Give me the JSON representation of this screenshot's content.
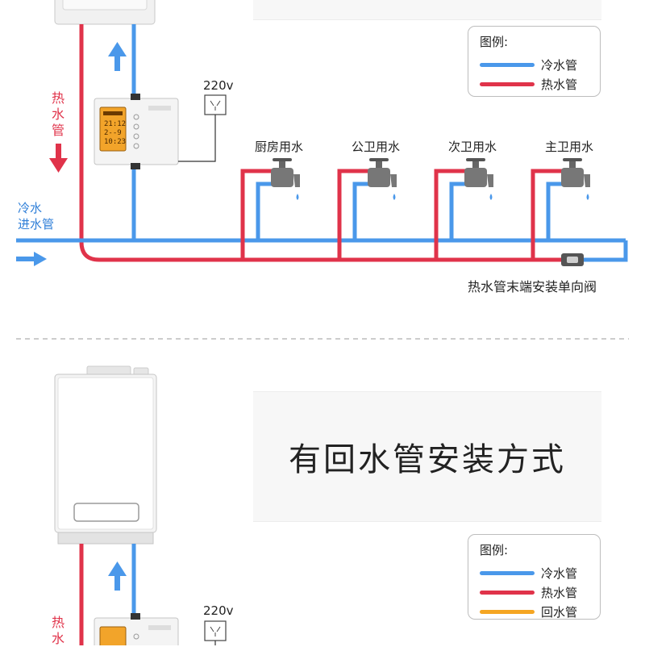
{
  "colors": {
    "cold": "#4a98ea",
    "hot": "#e0334a",
    "return": "#f5a623",
    "divider": "#bbbbbb"
  },
  "section1": {
    "legend": {
      "title": "图例:",
      "items": [
        {
          "label": "冷水管",
          "color": "#4a98ea"
        },
        {
          "label": "热水管",
          "color": "#e0334a"
        }
      ]
    },
    "power_label": "220v",
    "hot_pipe_label": "热水管",
    "cold_inlet_label": [
      "冷水",
      "进水管"
    ],
    "taps": [
      "厨房用水",
      "公卫用水",
      "次卫用水",
      "主卫用水"
    ],
    "valve_note": "热水管末端安装单向阀",
    "controller": {
      "lines": [
        "21:12",
        "2--9",
        "10:23"
      ]
    }
  },
  "section2": {
    "title": "有回水管安装方式",
    "legend": {
      "title": "图例:",
      "items": [
        {
          "label": "冷水管",
          "color": "#4a98ea"
        },
        {
          "label": "热水管",
          "color": "#e0334a"
        },
        {
          "label": "回水管",
          "color": "#f5a623"
        }
      ]
    },
    "power_label": "220v",
    "hot_pipe_label": "热水"
  }
}
